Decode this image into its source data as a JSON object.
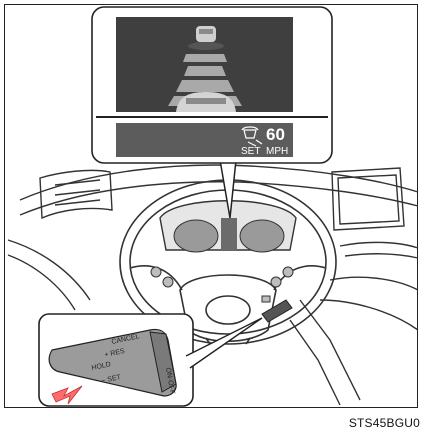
{
  "display": {
    "speed_value": "60",
    "set_label": "SET",
    "unit_label": "MPH",
    "radar_cruise_icon": "radar-cruise-icon"
  },
  "lever": {
    "cancel_label": "CANCEL",
    "res_label": "+ RES",
    "holdlabel": "HOLD",
    "set_label": "− SET",
    "onoff_label": "ON·OFF"
  },
  "image_code": "STS45BGU0"
}
